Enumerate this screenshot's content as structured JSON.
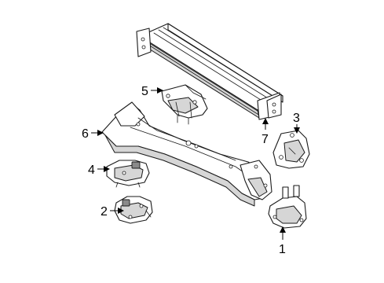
{
  "callouts": [
    {
      "id": "1",
      "label": "1",
      "part": "transmission-mount"
    },
    {
      "id": "2",
      "label": "2",
      "part": "engine-mount-lower"
    },
    {
      "id": "3",
      "label": "3",
      "part": "mount-bracket-right"
    },
    {
      "id": "4",
      "label": "4",
      "part": "engine-mount-upper"
    },
    {
      "id": "5",
      "label": "5",
      "part": "crossmember-bracket"
    },
    {
      "id": "6",
      "label": "6",
      "part": "crossmember"
    },
    {
      "id": "7",
      "label": "7",
      "part": "skid-plate-beam"
    }
  ],
  "colors": {
    "line": "#1a1a1a",
    "fill": "#ffffff",
    "shade": "#d6d6d6",
    "text": "#000000"
  }
}
